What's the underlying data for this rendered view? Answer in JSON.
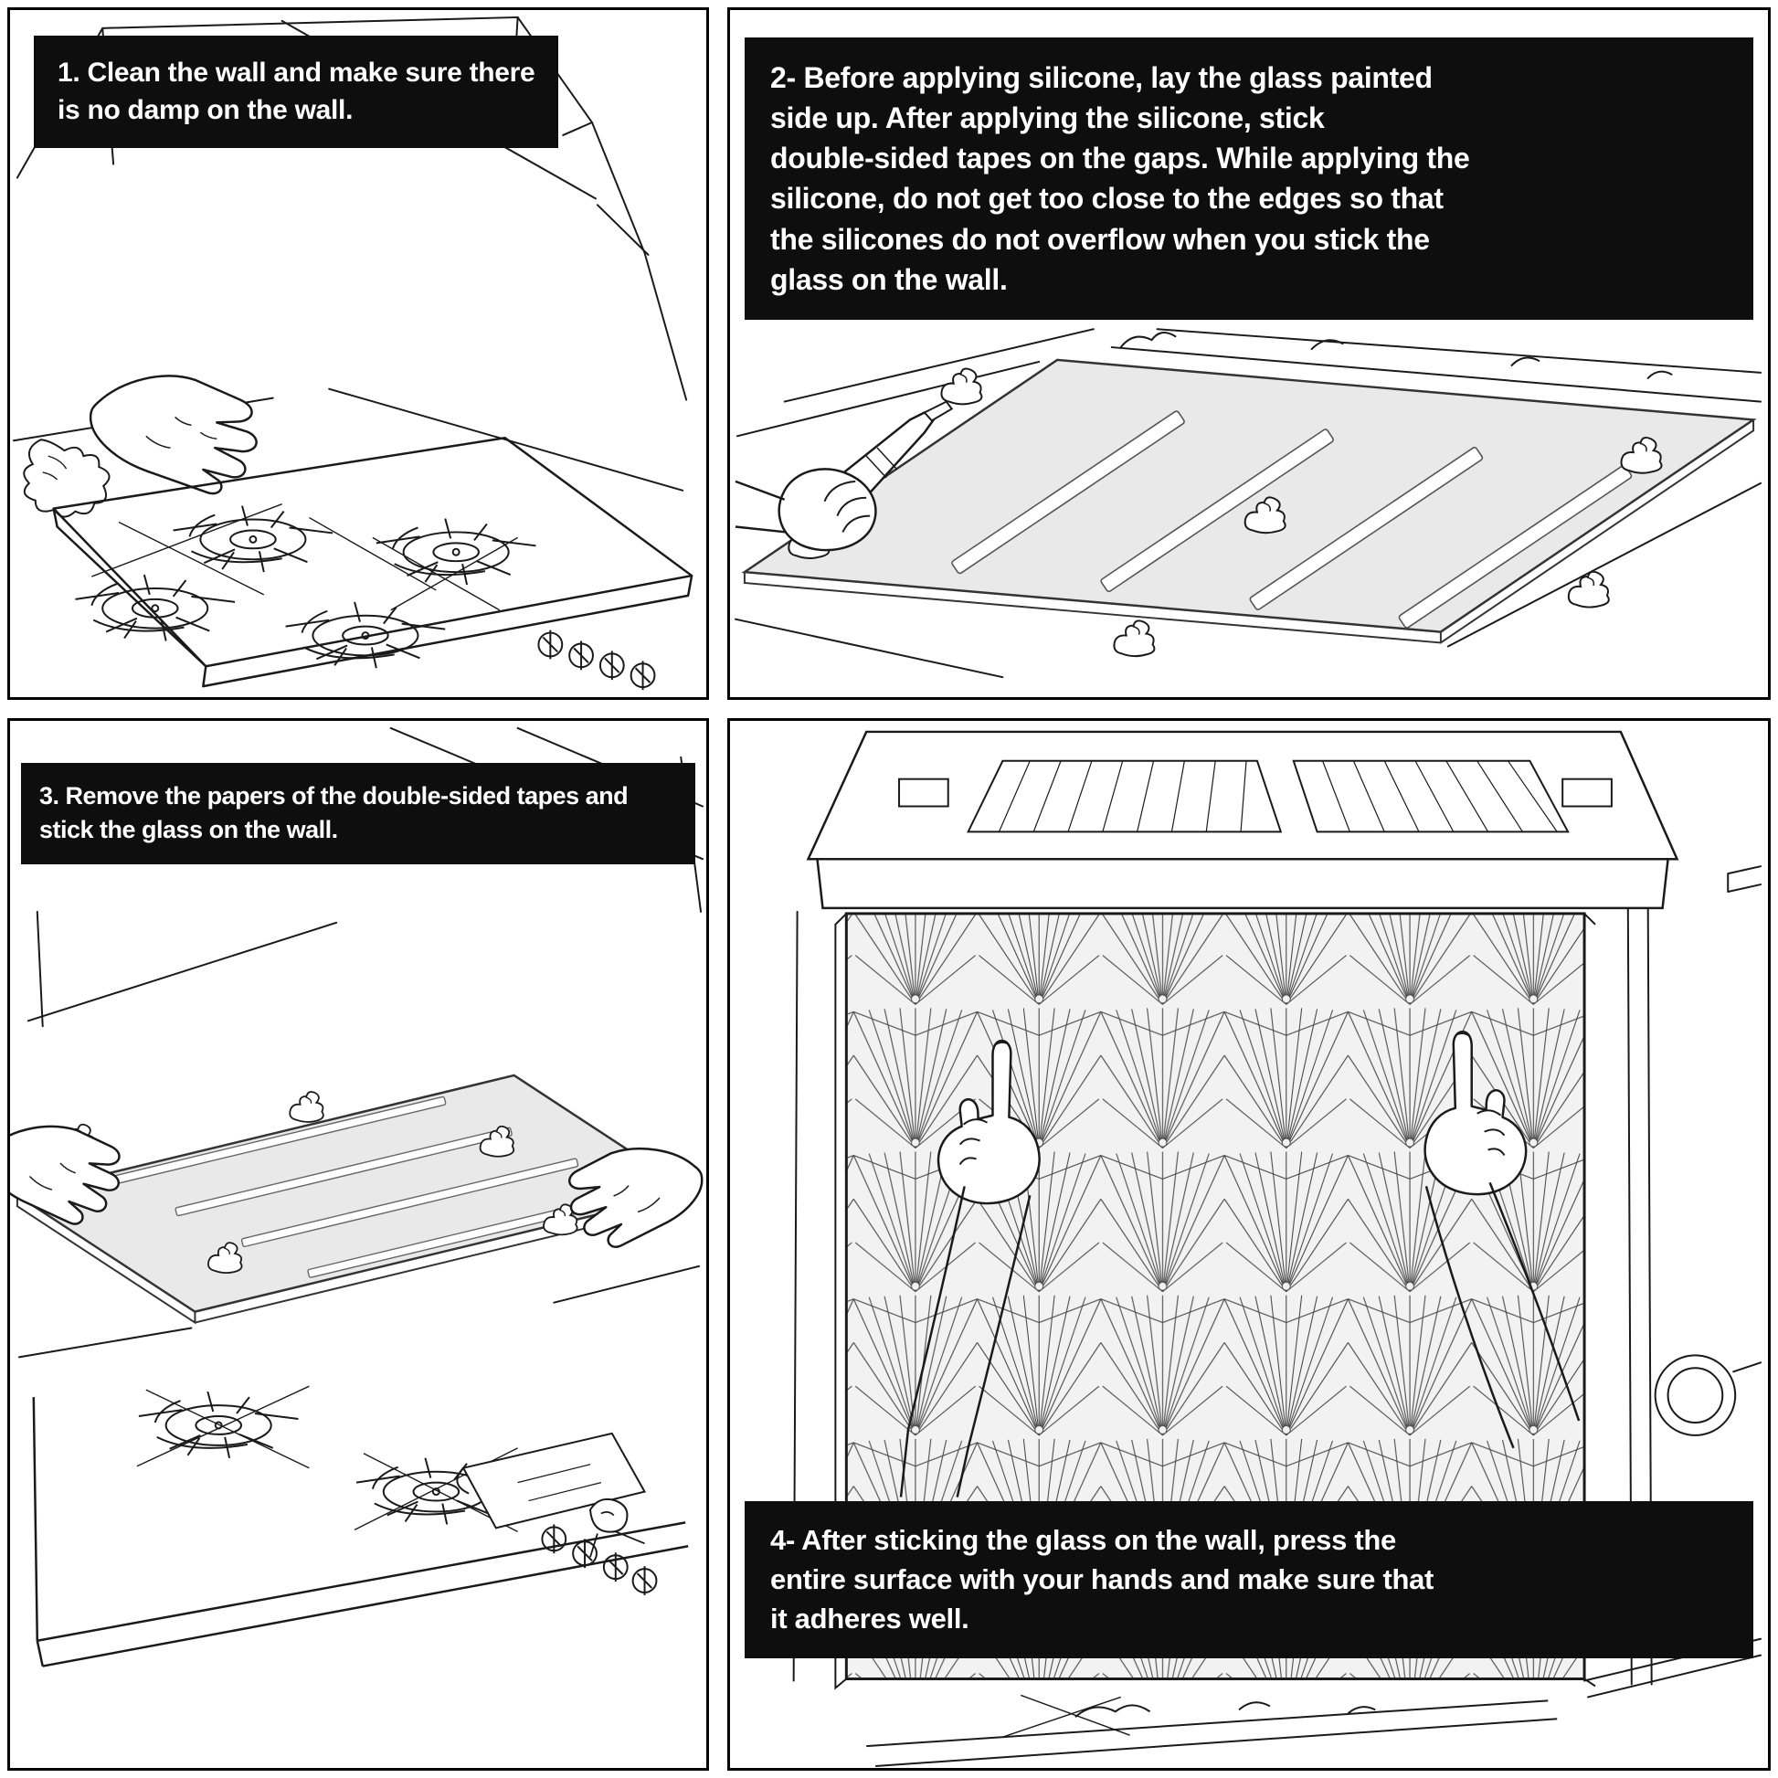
{
  "colors": {
    "page-bg": "#ffffff",
    "panel-border": "#000000",
    "caption-bg": "#0e0e0e",
    "caption-text": "#ffffff",
    "ink": "#1a1a1a",
    "glass-fill": "#e9e9e9",
    "pattern-ink": "#4a4a4a"
  },
  "steps": [
    {
      "number": "1",
      "caption": "1. Clean the wall and make sure there\nis no damp on the wall.",
      "illustration": "hand-wiping-cooktop-sketch"
    },
    {
      "number": "2",
      "caption": "2- Before applying silicone, lay the glass painted\nside up. After applying the silicone, stick\ndouble-sided tapes on the gaps. While applying the\nsilicone, do not get too close to the edges so that\nthe silicones do not overflow when you stick the\nglass on the wall.",
      "illustration": "applying-silicone-and-tapes-on-glass-sketch"
    },
    {
      "number": "3",
      "caption": "3. Remove the papers of the double-sided tapes and\nstick the glass on the wall.",
      "illustration": "sticking-glass-on-wall-over-cooktop-sketch"
    },
    {
      "number": "4",
      "caption": "4- After sticking the glass on the wall, press the\nentire surface with your hands and make sure that\nit adheres well.",
      "illustration": "pressing-patterned-glass-on-wall-sketch"
    }
  ]
}
